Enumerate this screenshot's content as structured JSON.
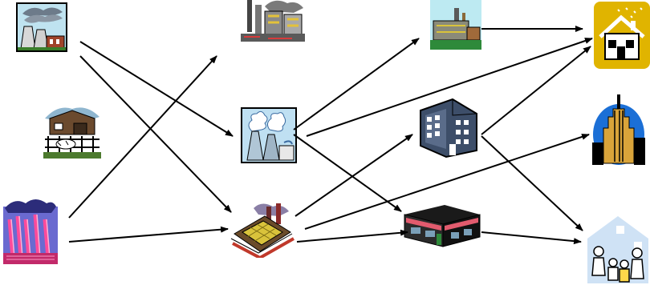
{
  "diagram": {
    "type": "flow-network",
    "nodes": [
      {
        "id": "power_plant",
        "icon": "power-plant-icon"
      },
      {
        "id": "farm",
        "icon": "farm-icon"
      },
      {
        "id": "smokestack_factory",
        "icon": "smokestack-factory-icon"
      },
      {
        "id": "industrial_complex",
        "icon": "industrial-complex-icon"
      },
      {
        "id": "refinery",
        "icon": "refinery-icon"
      },
      {
        "id": "solar_factory",
        "icon": "solar-factory-icon"
      },
      {
        "id": "warehouse",
        "icon": "warehouse-icon"
      },
      {
        "id": "office_building",
        "icon": "office-building-icon"
      },
      {
        "id": "store",
        "icon": "store-icon"
      },
      {
        "id": "house",
        "icon": "house-icon"
      },
      {
        "id": "skyscraper",
        "icon": "skyscraper-icon"
      },
      {
        "id": "family_home",
        "icon": "family-home-icon"
      }
    ],
    "edges": [
      {
        "from": "power_plant",
        "to": "refinery"
      },
      {
        "from": "power_plant",
        "to": "solar_factory"
      },
      {
        "from": "smokestack_factory",
        "to": "industrial_complex"
      },
      {
        "from": "smokestack_factory",
        "to": "solar_factory"
      },
      {
        "from": "refinery",
        "to": "warehouse"
      },
      {
        "from": "refinery",
        "to": "house"
      },
      {
        "from": "refinery",
        "to": "store"
      },
      {
        "from": "solar_factory",
        "to": "office_building"
      },
      {
        "from": "solar_factory",
        "to": "skyscraper"
      },
      {
        "from": "solar_factory",
        "to": "store"
      },
      {
        "from": "warehouse",
        "to": "house"
      },
      {
        "from": "office_building",
        "to": "house"
      },
      {
        "from": "office_building",
        "to": "family_home"
      },
      {
        "from": "store",
        "to": "family_home"
      }
    ],
    "colors": {
      "arrow": "#000000",
      "house_bg": "#e0b400",
      "sky": "#1b6fd6",
      "brick": "#a0432a",
      "solar": "#d9c33b",
      "building": "#3d4e69"
    }
  }
}
